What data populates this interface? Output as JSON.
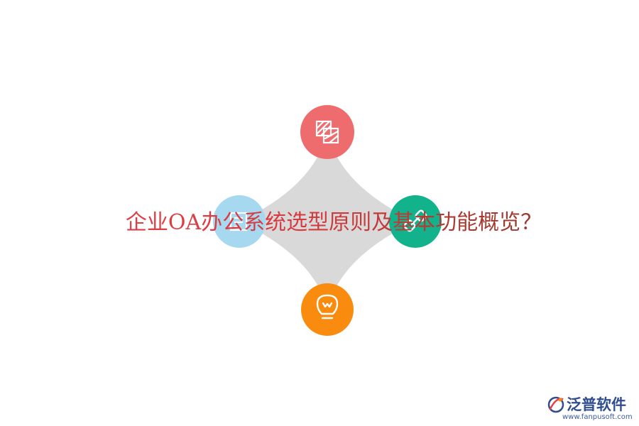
{
  "headline": "企业OA办公系统选型原则及基本功能概览？",
  "logo": {
    "name": "泛普软件",
    "url": "www.fanpusoft.com"
  },
  "circles": [
    {
      "position": "top",
      "color": "#ee6b6e",
      "icon": "hatched-squares-icon"
    },
    {
      "position": "left",
      "color": "#a6d8ef",
      "icon": "document-icon"
    },
    {
      "position": "right",
      "color": "#12b28c",
      "icon": "link-icon"
    },
    {
      "position": "bottom",
      "color": "#f98b0e",
      "icon": "lightbulb-icon"
    }
  ],
  "colors": {
    "star": "#d9d9d9",
    "headline_start": "#e8404a",
    "headline_end": "#7a3320",
    "logo_blue": "#2f4d8f"
  }
}
